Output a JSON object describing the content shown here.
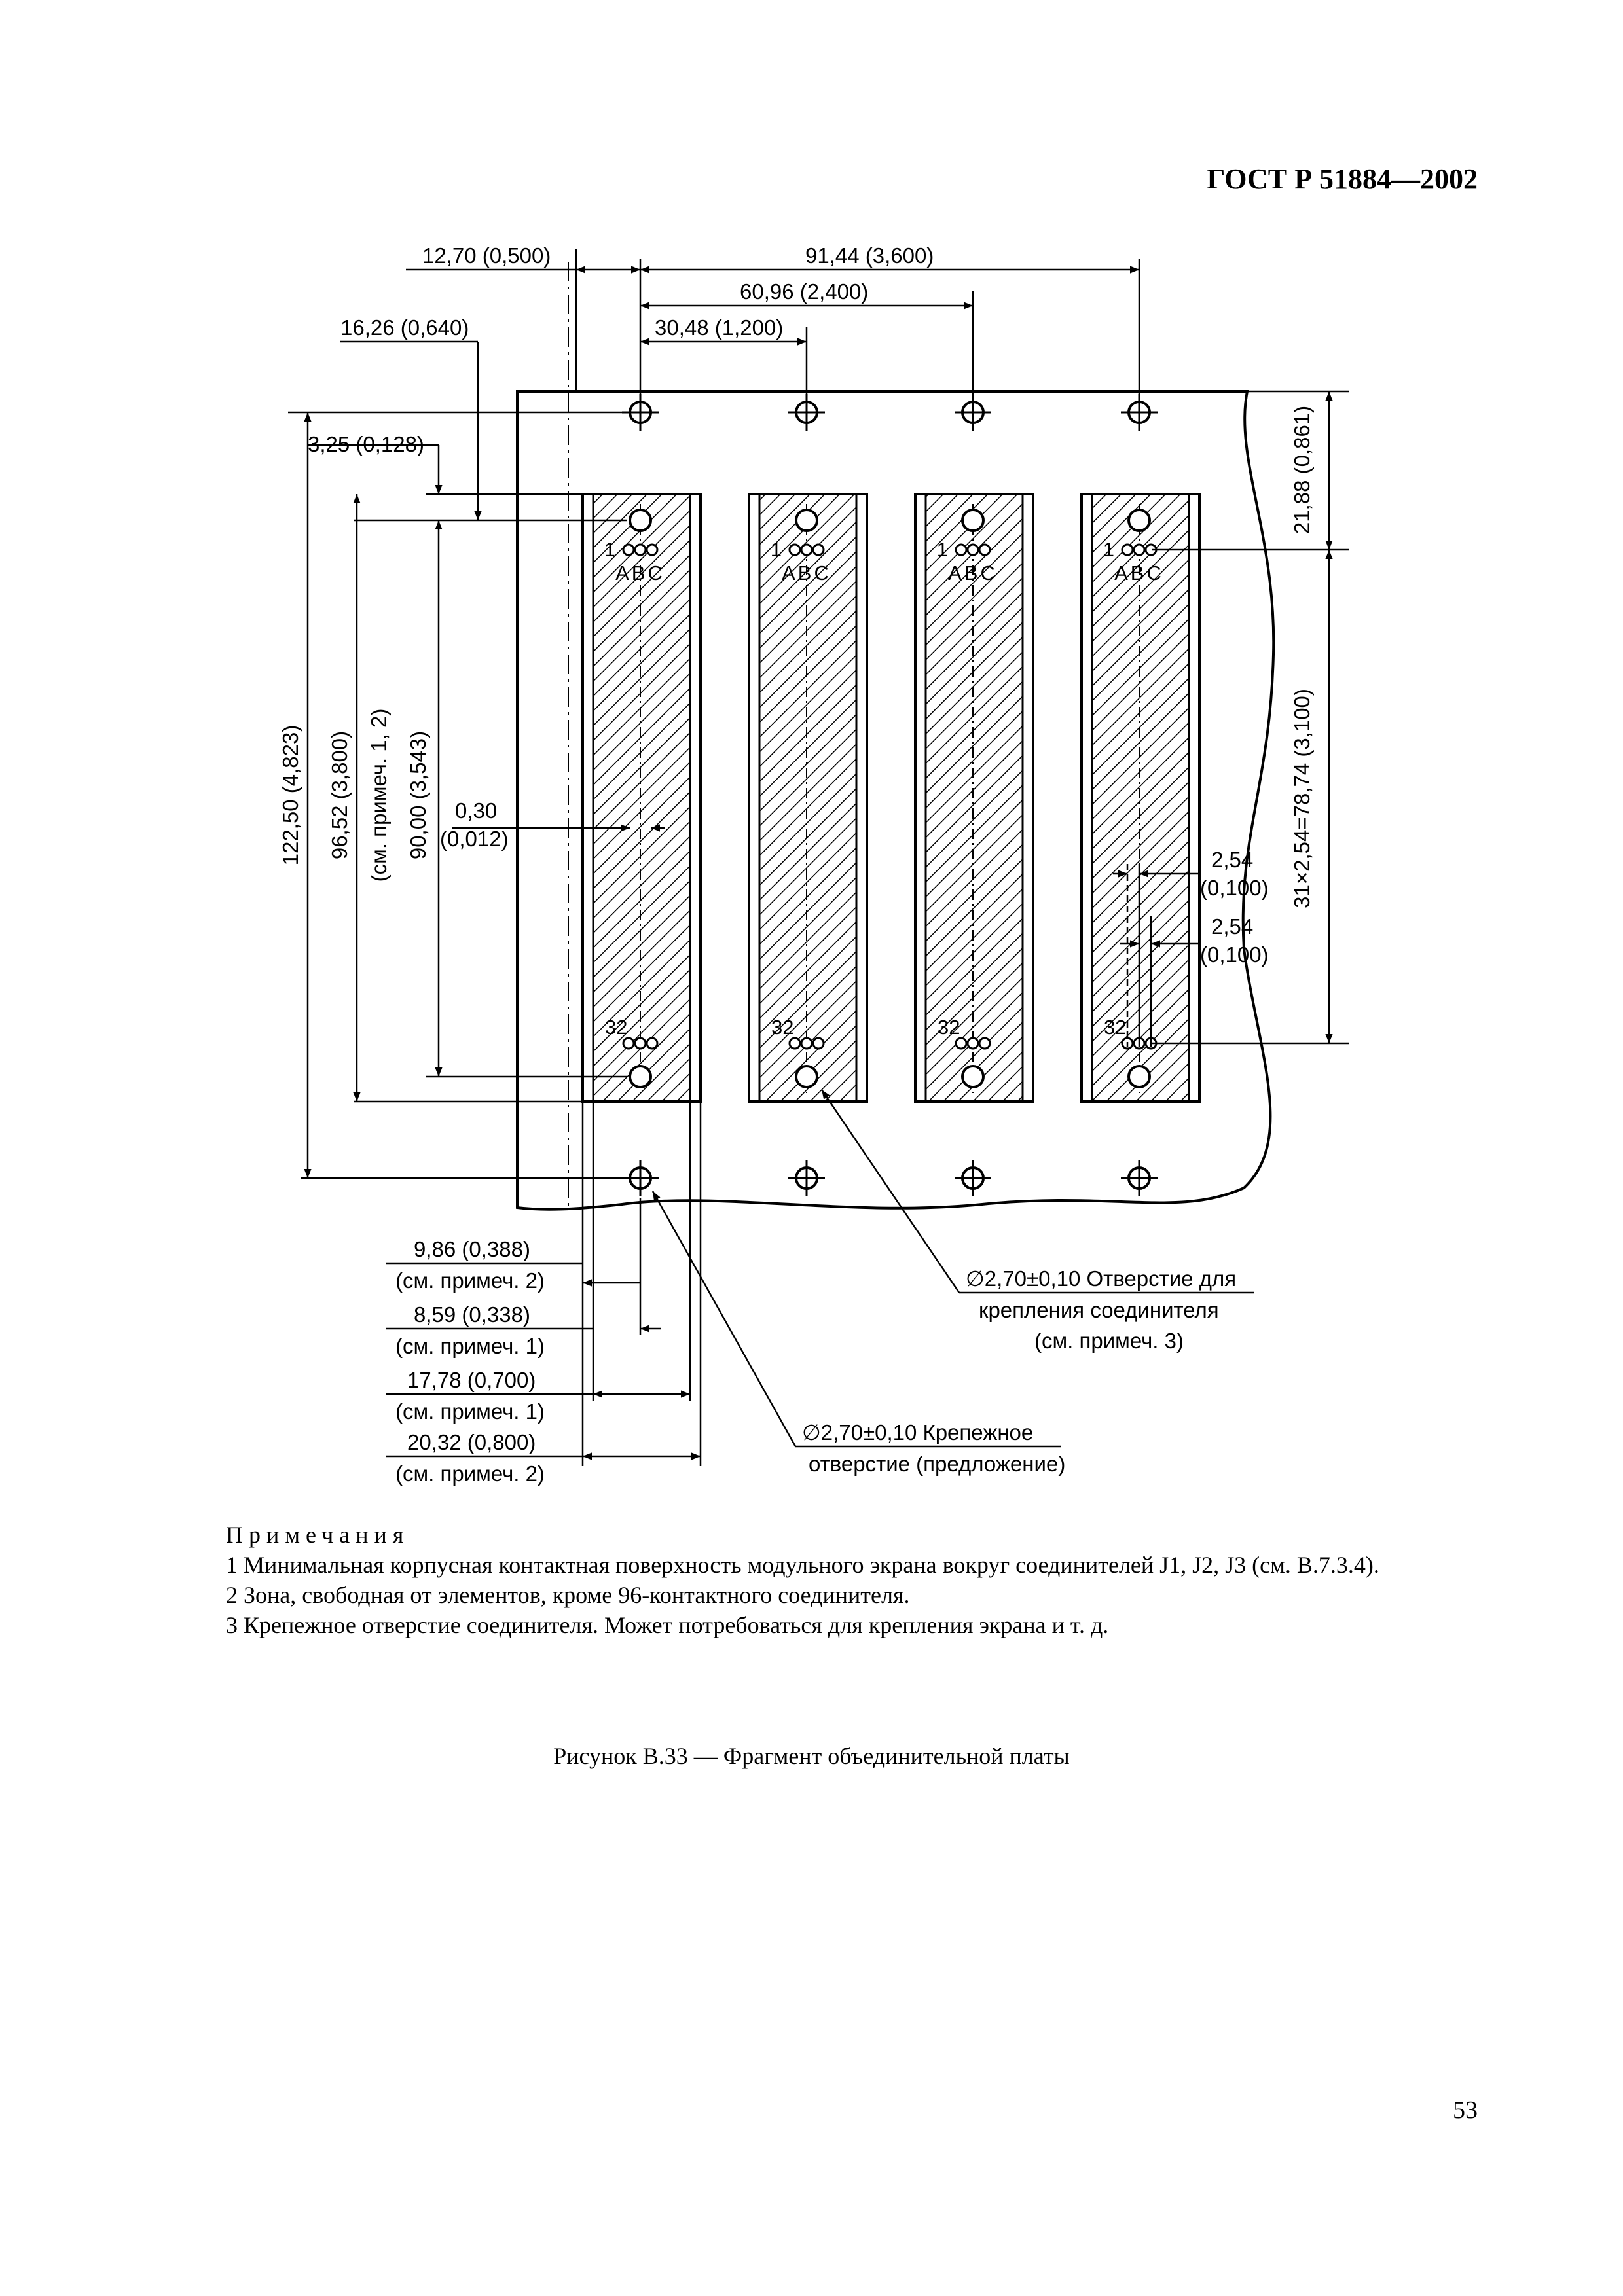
{
  "header": {
    "standard": "ГОСТ Р 51884—2002"
  },
  "drawing": {
    "dimensions": {
      "d1": "12,70 (0,500)",
      "d2": "91,44 (3,600)",
      "d3": "60,96 (2,400)",
      "d4": "30,48 (1,200)",
      "d5": "16,26 (0,640)",
      "d6": "3,25 (0,128)",
      "d7": "122,50 (4,823)",
      "d8": "96,52 (3,800)",
      "d8b": "(см. примеч. 1, 2)",
      "d9": "90,00 (3,543)",
      "d10a": "0,30",
      "d10b": "(0,012)",
      "d11": "21,88 (0,861)",
      "d12": "31×2,54=78,74 (3,100)",
      "d13a": "2,54",
      "d13b": "(0,100)",
      "d14a": "2,54",
      "d14b": "(0,100)",
      "d15": "9,86 (0,388)",
      "d15b": "(см. примеч. 2)",
      "d16": "8,59 (0,338)",
      "d16b": "(см. примеч. 1)",
      "d17": "17,78 (0,700)",
      "d17b": "(см. примеч. 1)",
      "d18": "20,32 (0,800)",
      "d18b": "(см. примеч. 2)"
    },
    "callouts": {
      "c1a": "∅2,70±0,10 Отверстие для",
      "c1b": "крепления соединителя",
      "c1c": "(см. примеч. 3)",
      "c2a": "∅2,70±0,10 Крепежное",
      "c2b": "отверстие (предложение)"
    },
    "pins": {
      "first": "1",
      "letters": "ABC",
      "last": "32"
    }
  },
  "notes": {
    "heading": "Примечания",
    "items": [
      "1 Минимальная корпусная контактная поверхность модульного экрана вокруг соединителей J1, J2, J3 (см. В.7.3.4).",
      "2 Зона, свободная от элементов, кроме 96-контактного соединителя.",
      "3 Крепежное отверстие соединителя. Может потребоваться для крепления экрана и т. д."
    ]
  },
  "caption": "Рисунок В.33 — Фрагмент объединительной платы",
  "page_number": "53"
}
